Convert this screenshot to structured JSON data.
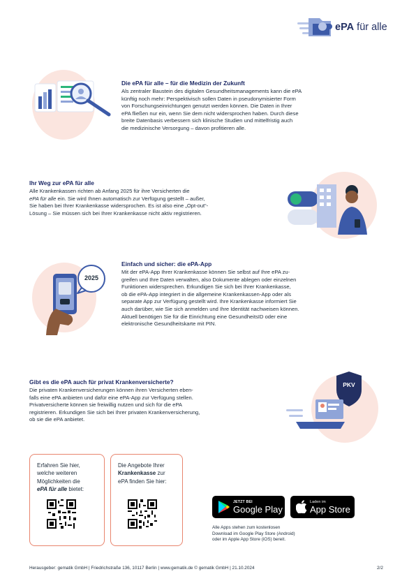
{
  "brand": {
    "name_bold": "ePA",
    "name_rest": " für alle"
  },
  "sections": [
    {
      "title": "Die ePA für alle – für die Medizin der Zukunft",
      "lines": [
        "Als zentraler Baustein des digitalen Gesundheitsmanagements kann die ePA",
        "künftig noch mehr: Perspektivisch sollen Daten in pseudonymisierter Form",
        "von Forschungseinrichtungen genutzt werden können. Die Daten in Ihrer",
        "ePA fließen nur ein, wenn Sie dem nicht widersprochen haben. Durch diese",
        "breite Datenbasis verbessern sich klinische Studien und mittelfristig auch",
        "die medizinische Versorgung – davon profitieren alle."
      ]
    },
    {
      "title": "Ihr Weg zur ePA für alle",
      "line1": "Alle Krankenkassen richten ab Anfang 2025 für ihre Versicherten die",
      "line2_em": "ePA für alle",
      "line2_rest": " ein. Sie wird Ihnen automatisch zur Verfügung gestellt – außer,",
      "lines": [
        "Sie haben bei Ihrer Krankenkasse widersprochen. Es ist also eine „Opt-out“-",
        "Lösung – Sie müssen sich bei Ihrer Krankenkasse nicht aktiv registrieren."
      ]
    },
    {
      "title": "Einfach und sicher: die ePA-App",
      "lines": [
        "Mit der ePA-App Ihrer Krankenkasse können Sie selbst auf Ihre ePA zu-",
        "greifen und Ihre Daten verwalten, also Dokumente ablegen oder einzelnen",
        "Funktionen widersprechen. Erkundigen Sie sich bei Ihrer Krankenkasse,",
        "ob die ePA-App integriert in die allgemeine Krankenkassen-App oder als",
        "separate App zur Verfügung gestellt wird. Ihre Krankenkasse informiert Sie",
        "auch darüber, wie Sie sich anmelden und Ihre Identität nachweisen können.",
        "Aktuell benötigen Sie für die Einrichtung eine GesundheitsID oder eine",
        "elektronische Gesundheitskarte mit PIN."
      ],
      "bubble": "2025"
    },
    {
      "title": "Gibt es die ePA auch für privat Krankenversicherte?",
      "lines": [
        "Die privaten Krankenversicherungen können ihren Versicherten eben-",
        "falls eine ePA anbieten und dafür eine ePA-App zur Verfügung stellen.",
        "Privatversicherte können sie freiwillig nutzen und sich für die ePA",
        "registrieren. Erkundigen Sie sich bei Ihrer privaten Krankenversicherung,",
        "ob sie die ePA anbietet."
      ],
      "shield": "PKV"
    }
  ],
  "cards": [
    {
      "l1": "Erfahren Sie hier,",
      "l2": "welche weiteren",
      "l3": "Möglichkeiten die",
      "l4_em": "ePA für alle",
      "l4_rest": " bietet:"
    },
    {
      "l1": "Die Angebote Ihrer",
      "l2_bold": "Krankenkasse",
      "l2_rest": " zur",
      "l3": "ePA finden Sie hier:"
    }
  ],
  "stores": {
    "google_small": "JETZT BEI",
    "google_big": "Google Play",
    "apple_small": "Laden im",
    "apple_big": "App Store",
    "note": [
      "Alle Apps stehen zum kostenlosen",
      "Download im Google Play Store (Android)",
      "oder im Apple App Store (iOS) bereit."
    ]
  },
  "footer": {
    "text": "Herausgeber: gematik GmbH | Friedrichstraße 136, 10117 Berlin | www.gematik.de    © gematik GmbH | 21.10.2024",
    "page": "2/2"
  },
  "colors": {
    "navy": "#1e2a66",
    "blob": "#fbe5df",
    "accent": "#e8846d",
    "illustration_blue": "#3c5aa8"
  }
}
